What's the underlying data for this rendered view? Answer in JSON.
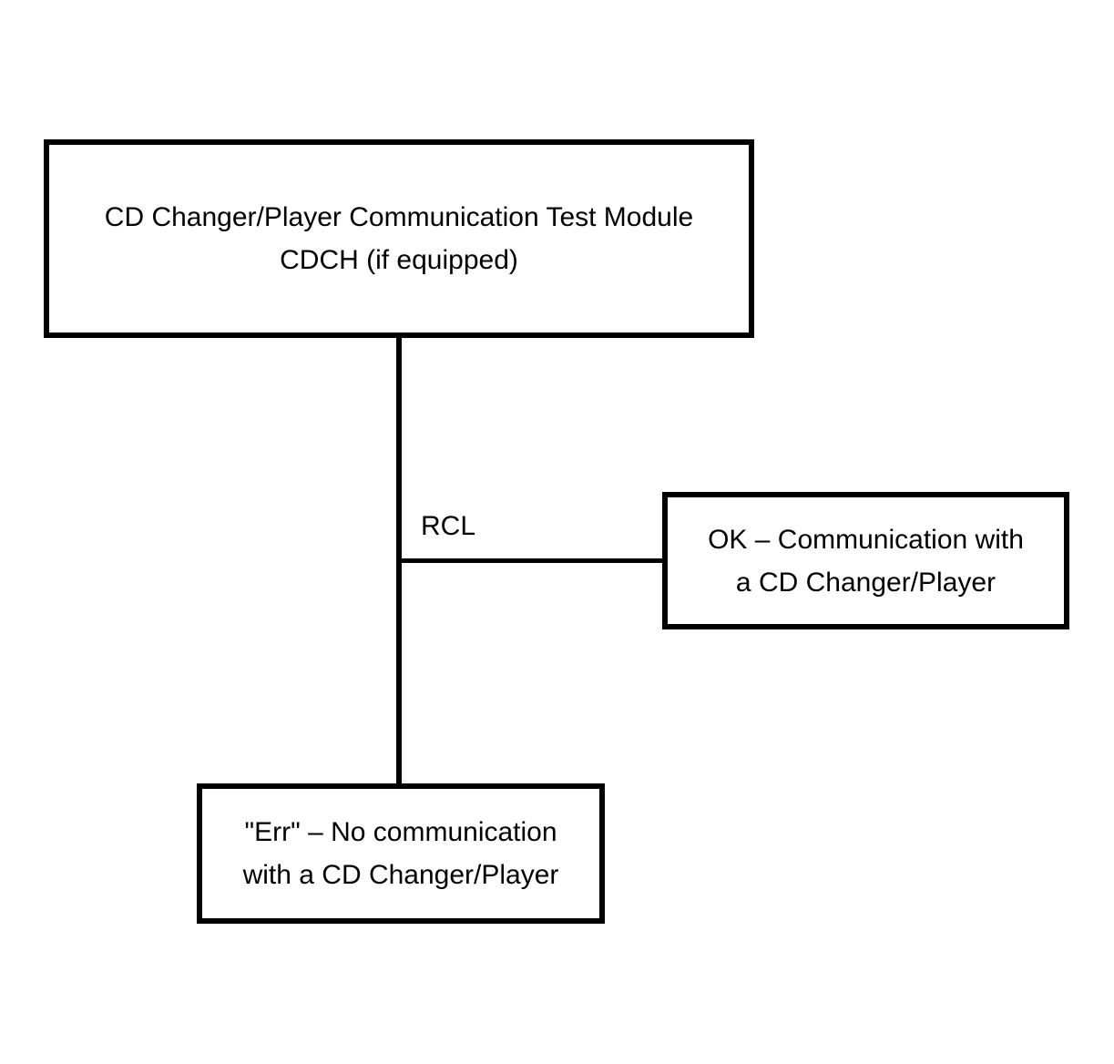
{
  "top_box": {
    "lines": [
      "CD Changer/Player Communication Test Module",
      "CDCH (if equipped)"
    ]
  },
  "connector_label": "RCL",
  "ok_box": {
    "lines": [
      "OK – Communication with",
      "a CD Changer/Player"
    ]
  },
  "err_box": {
    "lines": [
      "\"Err\" – No communication",
      "with a CD Changer/Player"
    ]
  },
  "colors": {
    "stroke": "#000000",
    "background": "#ffffff"
  }
}
